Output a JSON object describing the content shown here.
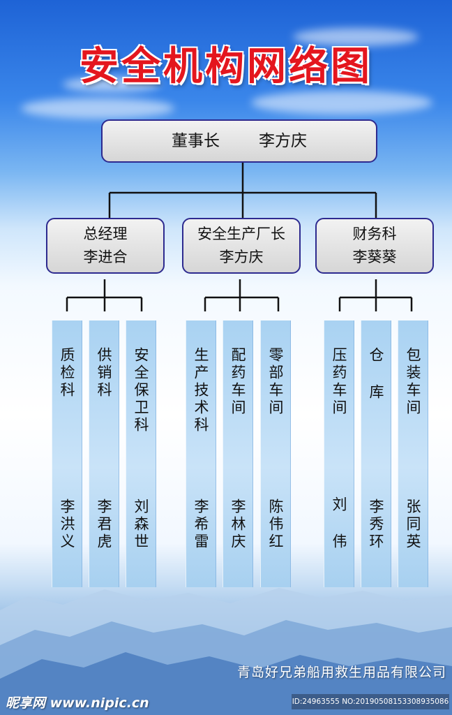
{
  "title": "安全机构网络图",
  "chairman": {
    "role": "董事长",
    "name": "李方庆"
  },
  "branches": [
    {
      "role": "总经理",
      "name": "李进合",
      "departments": [
        {
          "name": "质检科",
          "head": "李洪义"
        },
        {
          "name": "供销科",
          "head": "李君虎"
        },
        {
          "name": "安全保卫科",
          "head": "刘森世"
        }
      ]
    },
    {
      "role": "安全生产厂长",
      "name": "李方庆",
      "departments": [
        {
          "name": "生产技术科",
          "head": "李希雷"
        },
        {
          "name": "配药车间",
          "head": "李林庆"
        },
        {
          "name": "零部车间",
          "head": "陈伟红"
        }
      ]
    },
    {
      "role": "财务科",
      "name": "李葵葵",
      "departments": [
        {
          "name": "压药车间",
          "head": "刘 伟"
        },
        {
          "name": "仓 库",
          "head": "李秀环"
        },
        {
          "name": "包装车间",
          "head": "张同英"
        }
      ]
    }
  ],
  "company": "青岛好兄弟船用救生用品有限公司",
  "watermark": "昵享网 www.nipic.cn",
  "image_id": "ID:24963555 NO:20190508153308935086",
  "colors": {
    "title": "#e4161e",
    "box_border": "#2d2a8f",
    "column": "#bcdcf5",
    "line": "#111111"
  }
}
